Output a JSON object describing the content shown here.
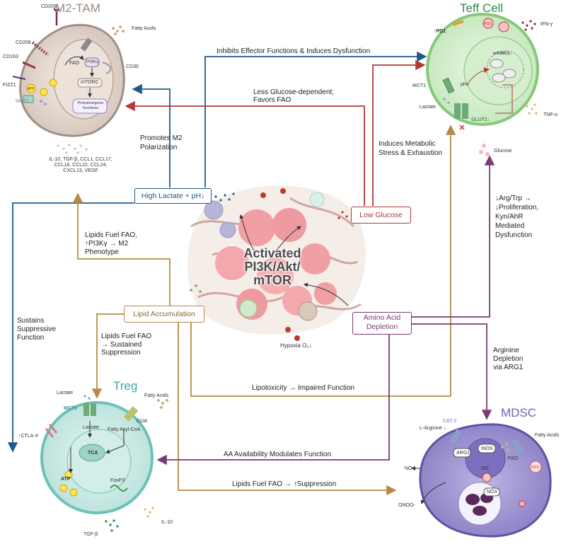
{
  "colors": {
    "blue": "#1f5a8c",
    "red": "#b33a3a",
    "orange": "#b78a45",
    "purple": "#7a3a72",
    "teff": "#2e8b4a",
    "treg": "#3ea7a0",
    "mdsc": "#6f63b6",
    "m2": "#9a8a80"
  },
  "cells": {
    "m2_tam": {
      "title": "M2-TAM",
      "labels": {
        "cd209": "CD209",
        "cd206": "CD206",
        "cd163": "CD163",
        "fizz1": "FIZZ1",
        "mct1": "MCT1",
        "cd36": "CD36",
        "fatty_acids": "Fatty Acids",
        "fao": "FAO",
        "pi3k": "PI3Kγ",
        "mtorc": "mTORC",
        "protumorigenic": "Protumorigenic functions",
        "atp": "ATP"
      },
      "cytokines": [
        "IL-10, TGF-β, CCL1, CCL17,",
        "CCL18, CCL22, CCL24,",
        "CXCL13, VEGF"
      ]
    },
    "teff": {
      "title": "Teff Cell",
      "labels": {
        "pd1": "↑PD1",
        "ifn": "IFN-γ",
        "ros": "ROS",
        "mct1": "MCT1",
        "lactate": "Lactate",
        "ph": "pH↓",
        "mtorc1": "mTORC1↓",
        "glut1": "GLUT1↓",
        "tnf": "TNF-α",
        "glucose": "Glucose"
      }
    },
    "treg": {
      "title": "Treg",
      "labels": {
        "lactate_top": "Lactate",
        "fatty_acids": "Fatty Acids",
        "mct1": "MCT1",
        "cd36": "CD36",
        "ctla4": "↑CTLA-4",
        "lactate_in": "Lactate",
        "fatty_acyl": "Fatty Acyl-CoA",
        "tca": "TCA",
        "atp": "ATP",
        "foxp3": "FoxP3",
        "tgf": "TGF-β",
        "il10": "IL-10"
      }
    },
    "mdsc": {
      "title": "MDSC",
      "labels": {
        "cat2": "CAT-2",
        "larg": "L-Arginine ↓",
        "arg1": "ARG1",
        "inos": "iNOS",
        "no_inner": "NO",
        "no_out": "NO",
        "onoo": "ONOO-",
        "nox": "NOX",
        "ros": "ROS",
        "fao": "FAO",
        "fatty_acids": "Fatty Acids"
      }
    }
  },
  "center": {
    "title_lines": [
      "Activated",
      "PI3K/Akt/",
      "mTOR"
    ],
    "hypoxia": "Hypoxia O₂↓"
  },
  "boxes": {
    "lactate": "High Lactate + pH↓",
    "glucose": "Low Glucose",
    "lipid": "Lipid Accumulation",
    "amino": [
      "Amino Acid",
      "Depletion"
    ]
  },
  "arrows": {
    "inhibits": "Inhibits Effector Functions & Induces Dysfunction",
    "less_glucose": [
      "Less Glucose-dependent;",
      "Favors FAO"
    ],
    "promotes_m2": [
      "Promotes M2",
      "Polarization"
    ],
    "induces_stress": [
      "Induces Metabolic",
      "Stress & Exhaustion"
    ],
    "arg_trp": [
      "↓Arg/Trp →",
      "↓Proliferation,",
      "Kyn/AhR",
      "Mediated",
      "Dysfunction"
    ],
    "lipids_m2": [
      "Lipids Fuel FAO,",
      "↑PI3Kγ → M2",
      "Phenotype"
    ],
    "sustains": [
      "Sustains",
      "Suppressive",
      "Function"
    ],
    "lipids_treg": [
      "Lipids Fuel FAO",
      "→ Sustained",
      "Suppression"
    ],
    "lipotox": "Lipotoxicity → Impaired Function",
    "arginine": [
      "Arginine",
      "Depletion",
      "via ARG1"
    ],
    "aa_avail": "AA Availability Modulates Function",
    "lipids_supp": "Lipids Fuel FAO → ↑Suppression"
  }
}
